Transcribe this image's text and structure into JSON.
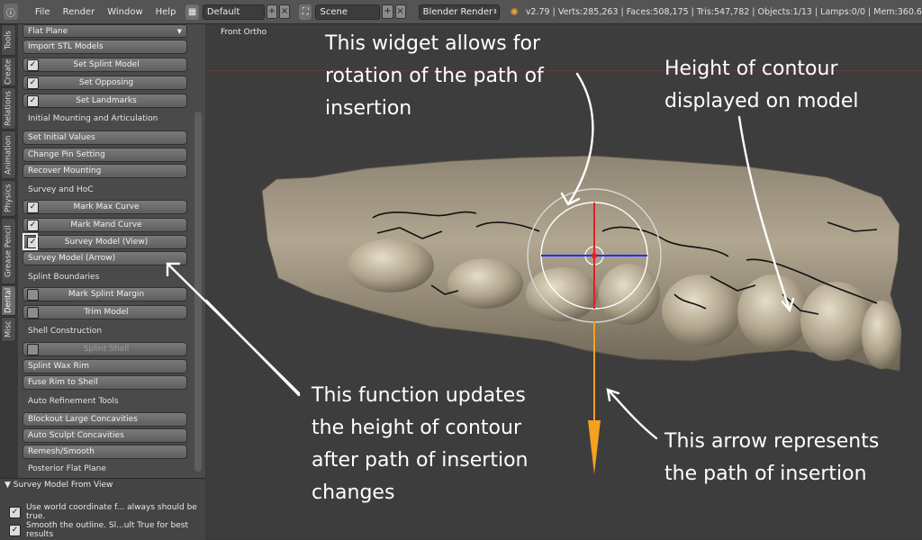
{
  "topbar": {
    "menus": [
      "File",
      "Render",
      "Window",
      "Help"
    ],
    "screen_layout": "Default",
    "scene": "Scene",
    "engine": "Blender Render",
    "stats": "v2.79 | Verts:285,263 | Faces:508,175 | Tris:547,782 | Objects:1/13 | Lamps:0/0 | Mem:360.6"
  },
  "tabs": [
    "Tools",
    "Create",
    "Relations",
    "Animation",
    "Physics",
    "Grease Pencil",
    "Dental",
    "Misc"
  ],
  "panel": {
    "dropdown": "Flat Plane",
    "items": [
      {
        "type": "button",
        "label": "Import STL Models"
      },
      {
        "type": "check",
        "label": "Set Splint Model",
        "checked": true
      },
      {
        "type": "check",
        "label": "Set Opposing",
        "checked": true
      },
      {
        "type": "check",
        "label": "Set Landmarks",
        "checked": true
      },
      {
        "type": "label",
        "label": "Initial Mounting and Articulation"
      },
      {
        "type": "button",
        "label": "Set Initial Values"
      },
      {
        "type": "button",
        "label": "Change Pin Setting"
      },
      {
        "type": "button",
        "label": "Recover Mounting"
      },
      {
        "type": "label",
        "label": "Survey and HoC"
      },
      {
        "type": "check",
        "label": "Mark Max Curve",
        "checked": true
      },
      {
        "type": "check",
        "label": "Mark Mand Curve",
        "checked": true
      },
      {
        "type": "check",
        "label": "Survey Model (View)",
        "checked": true
      },
      {
        "type": "button",
        "label": "Survey Model (Arrow)"
      },
      {
        "type": "label",
        "label": "Splint Boundaries"
      },
      {
        "type": "check",
        "label": "Mark Splint Margin",
        "checked": false
      },
      {
        "type": "check",
        "label": "Trim Model",
        "checked": false
      },
      {
        "type": "label",
        "label": "Shell Construction"
      },
      {
        "type": "check",
        "label": "Splint Shell",
        "checked": false,
        "disabled": true
      },
      {
        "type": "button",
        "label": "Splint Wax Rim"
      },
      {
        "type": "button",
        "label": "Fuse Rim to Shell"
      },
      {
        "type": "label",
        "label": "Auto Refinement Tools"
      },
      {
        "type": "button",
        "label": "Blockout Large Concavities"
      },
      {
        "type": "button",
        "label": "Auto Sculpt Concavities"
      },
      {
        "type": "button",
        "label": "Remesh/Smooth"
      },
      {
        "type": "label",
        "label": "Posterior Flat Plane"
      }
    ]
  },
  "operator": {
    "title": "Survey Model From View",
    "options": [
      {
        "label": "Use world coordinate f... always should be true.",
        "checked": true
      },
      {
        "label": "Smooth the outline.  Sl...ult True for best results",
        "checked": true
      }
    ]
  },
  "viewport": {
    "view_label": "Front Ortho",
    "annotations": {
      "widget": [
        "This widget allows for",
        "rotation of the path of",
        "insertion"
      ],
      "contour": [
        "Height of contour",
        "displayed on model"
      ],
      "function": [
        "This function updates",
        "the height of contour",
        "after path of insertion",
        "changes"
      ],
      "arrow": [
        "This arrow represents",
        "the path of insertion"
      ]
    }
  },
  "colors": {
    "viewport_bg": "#3d3d3d",
    "model": "#a59a86",
    "widget_red": "#e02020",
    "widget_blue": "#2030ff",
    "arrow_orange": "#f5a020"
  }
}
